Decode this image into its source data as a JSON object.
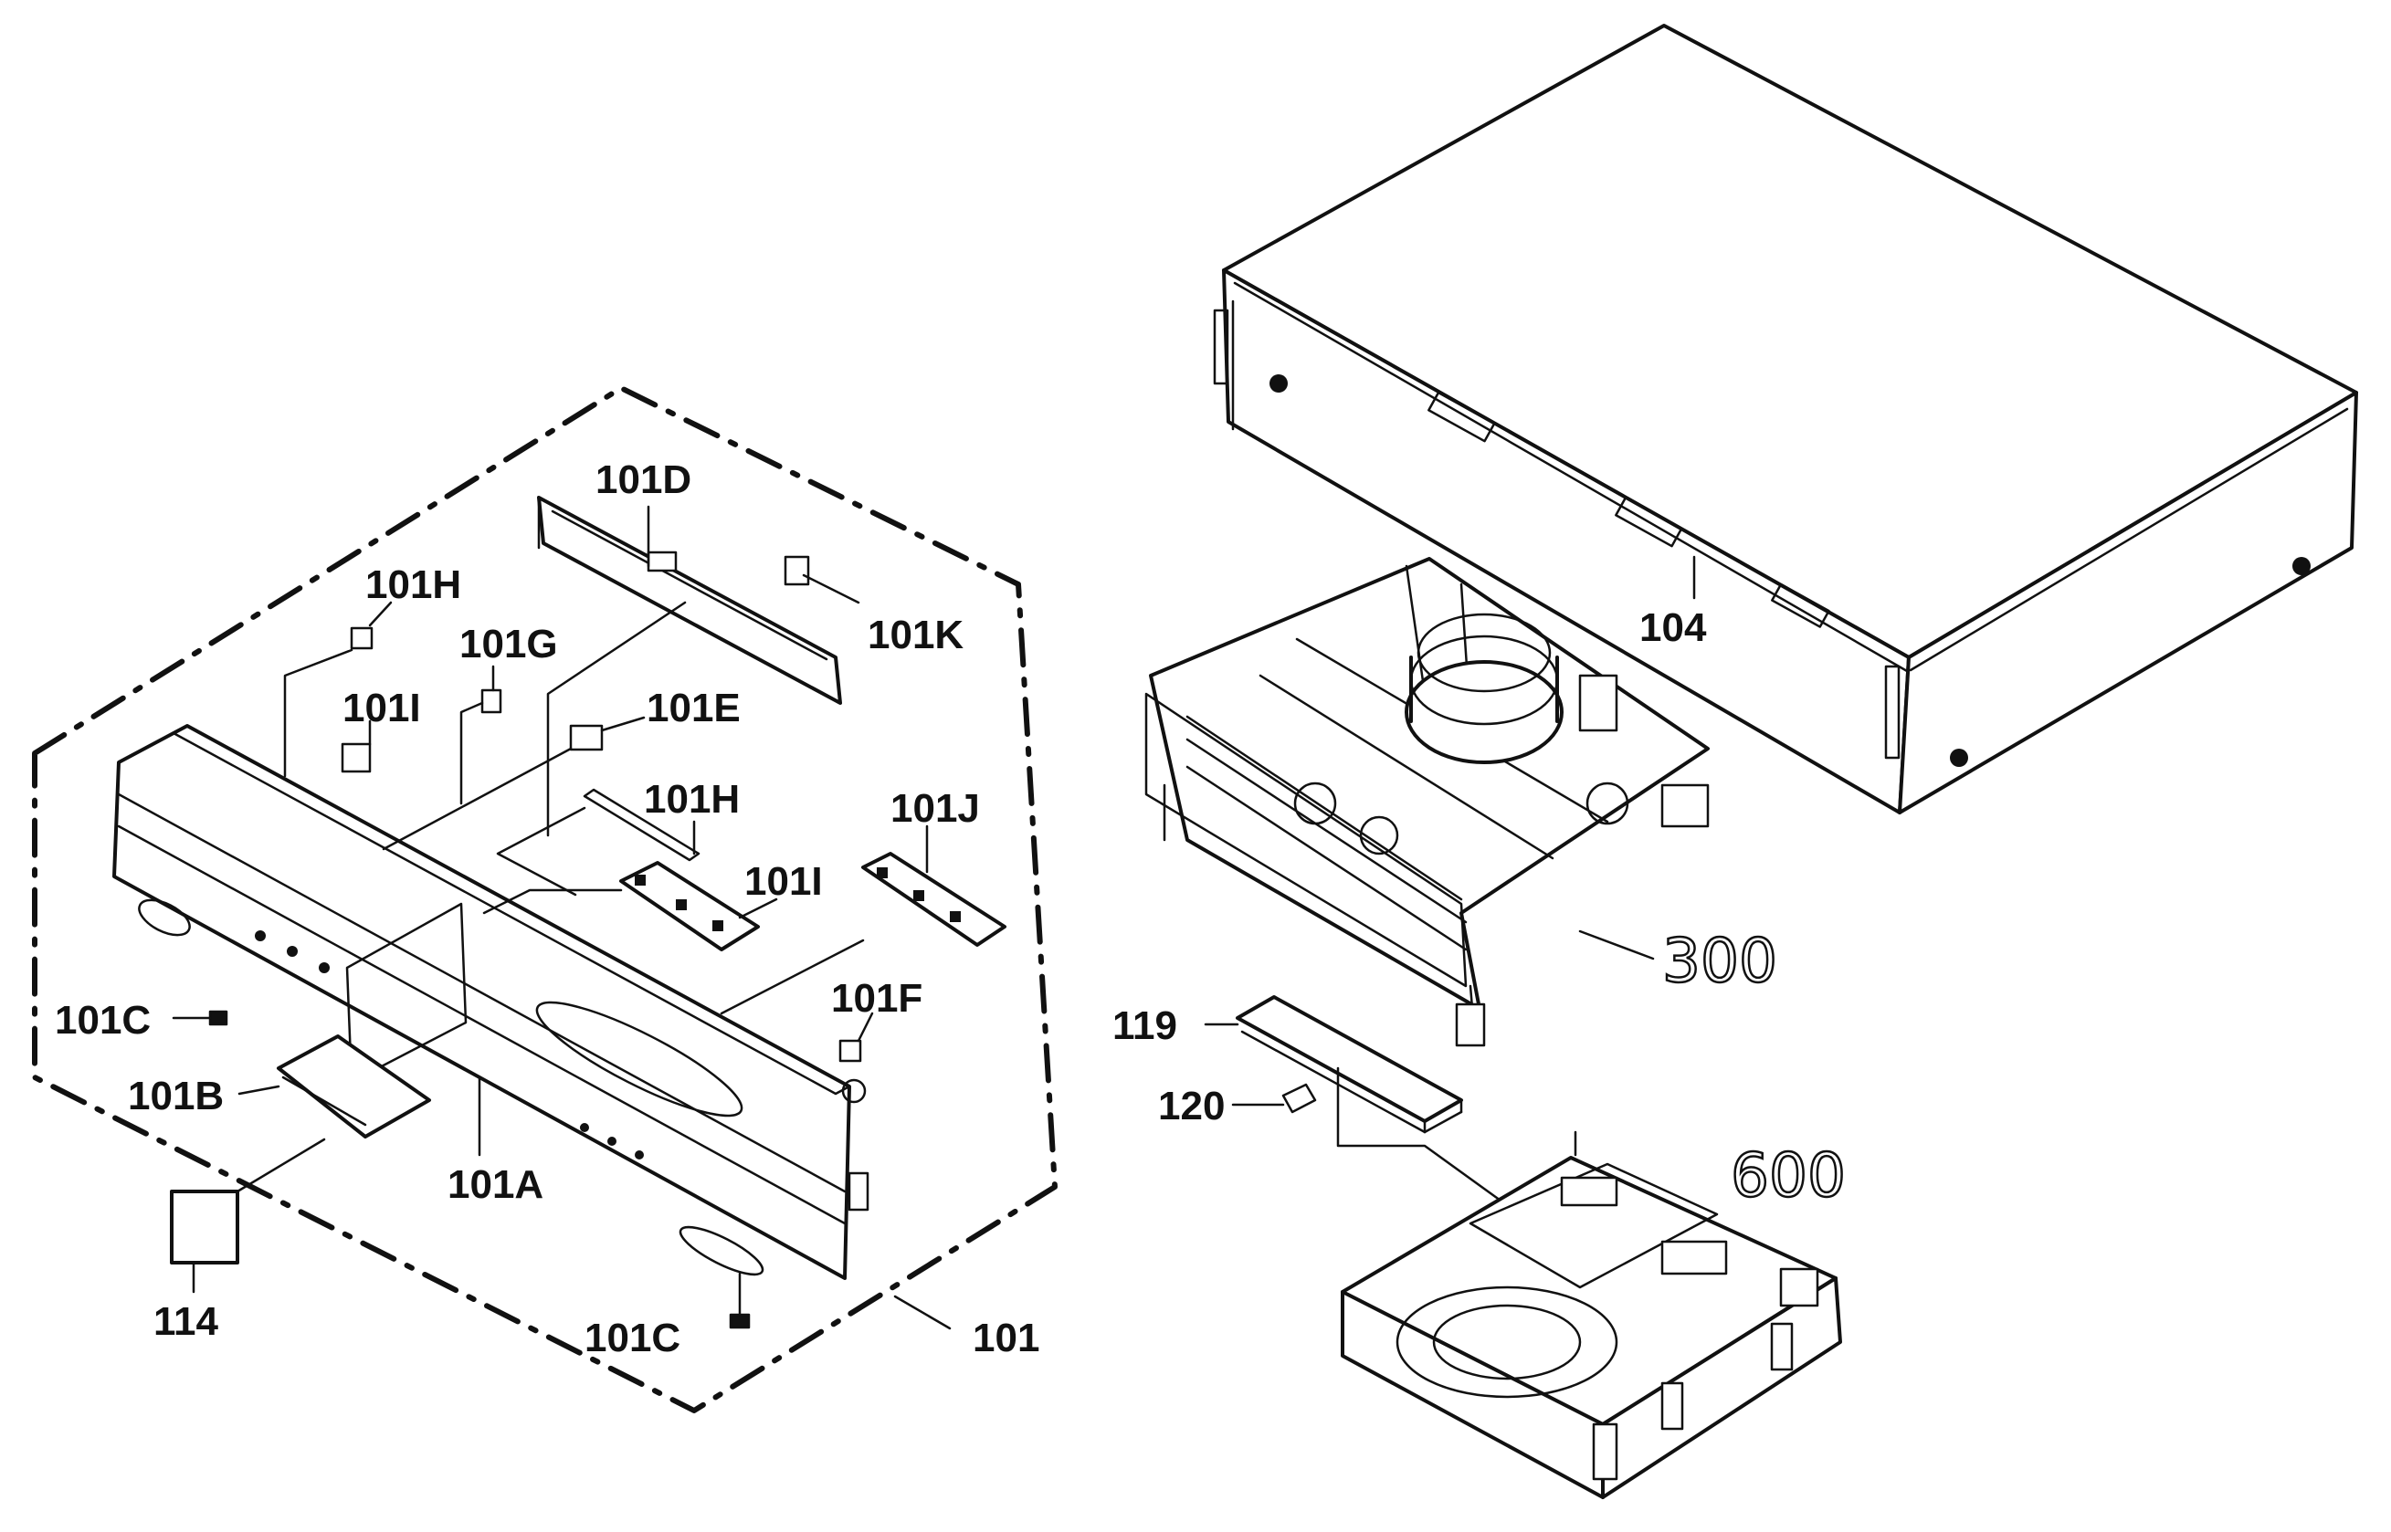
{
  "labels": {
    "l101D": "101D",
    "l101H_top": "101H",
    "l101G": "101G",
    "l101K": "101K",
    "l101I_top": "101I",
    "l101E": "101E",
    "l101H_mid": "101H",
    "l101J": "101J",
    "l101I_mid": "101I",
    "l101F": "101F",
    "l101C_left": "101C",
    "l101B": "101B",
    "l101A": "101A",
    "l114": "114",
    "l101C_bottom": "101C",
    "l101": "101",
    "l104": "104",
    "l300": "300",
    "l119": "119",
    "l120": "120",
    "l600": "600"
  }
}
